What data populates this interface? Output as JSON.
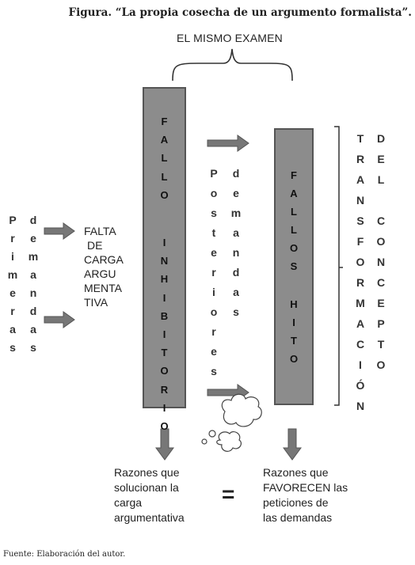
{
  "title": "Figura. “La propia cosecha de un argumento formalista”.",
  "header": "EL MISMO EXAMEN",
  "left_col1": [
    "P",
    "r",
    "i",
    "m",
    "e",
    "r",
    "a",
    "s"
  ],
  "left_col2": [
    "d",
    "e",
    "m",
    "a",
    "n",
    "d",
    "a",
    "s"
  ],
  "falta_lines": [
    "FALTA",
    "DE",
    "CARGA",
    "ARGU",
    "MENTA",
    "TIVA"
  ],
  "fallo_inhibitorio_1": [
    "F",
    "A",
    "L",
    "L",
    "O"
  ],
  "fallo_inhibitorio_2": [
    "I",
    "N",
    "H",
    "I",
    "B",
    "I",
    "T",
    "O",
    "R",
    "I",
    "O"
  ],
  "posteriores": [
    "P",
    "o",
    "s",
    "t",
    "e",
    "r",
    "i",
    "o",
    "r",
    "e",
    "s"
  ],
  "demandas": [
    "d",
    "e",
    "m",
    "a",
    "n",
    "d",
    "a",
    "s"
  ],
  "fallos_hito_1": [
    "F",
    "A",
    "L",
    "L",
    "O",
    "S"
  ],
  "fallos_hito_2": [
    "H",
    "I",
    "T",
    "O"
  ],
  "transformacion": [
    "T",
    "R",
    "A",
    "N",
    "S",
    "F",
    "O",
    "R",
    "M",
    "A",
    "C",
    "I",
    "Ó",
    "N"
  ],
  "del_concepto_1": [
    "D",
    "E",
    "L"
  ],
  "del_concepto_2": [
    "C",
    "O",
    "N",
    "C",
    "E",
    "P",
    "T",
    "O"
  ],
  "razones_left": [
    "Razones que",
    "solucionan la",
    "carga",
    "argumentativa"
  ],
  "equals": "=",
  "razones_right": [
    "Razones que",
    "FAVORECEN las",
    "peticiones de",
    "las demandas"
  ],
  "footer": "Fuente: Elaboración del autor."
}
